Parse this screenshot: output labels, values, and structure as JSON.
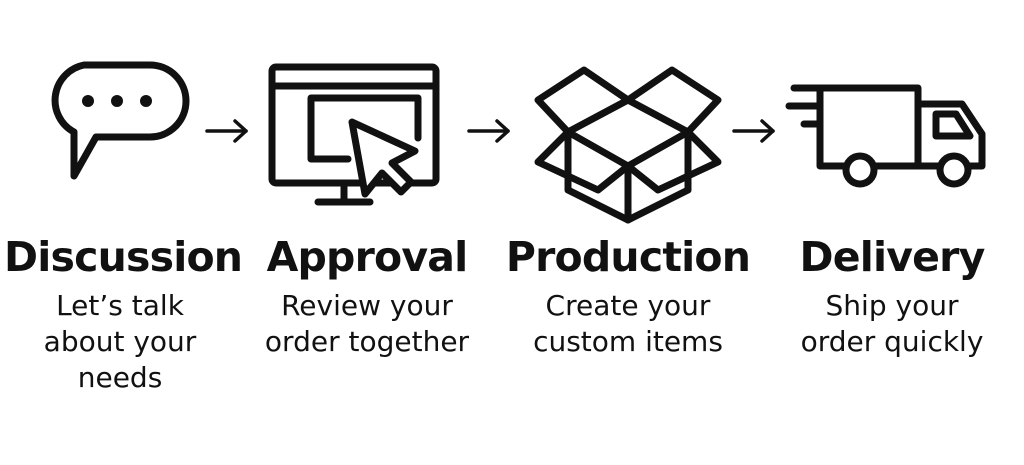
{
  "steps": [
    {
      "id": "discussion",
      "icon": "chat-bubble-icon",
      "title": "Discussion",
      "description_lines": [
        "Let’s talk",
        "about your",
        "needs"
      ]
    },
    {
      "id": "approval",
      "icon": "monitor-cursor-icon",
      "title": "Approval",
      "description_lines": [
        "Review your",
        "order together"
      ]
    },
    {
      "id": "production",
      "icon": "open-box-icon",
      "title": "Production",
      "description_lines": [
        "Create your",
        "custom items"
      ]
    },
    {
      "id": "delivery",
      "icon": "delivery-truck-icon",
      "title": "Delivery",
      "description_lines": [
        "Ship your",
        "order quickly"
      ]
    }
  ],
  "colors": {
    "ink": "#111111",
    "background": "#ffffff"
  }
}
